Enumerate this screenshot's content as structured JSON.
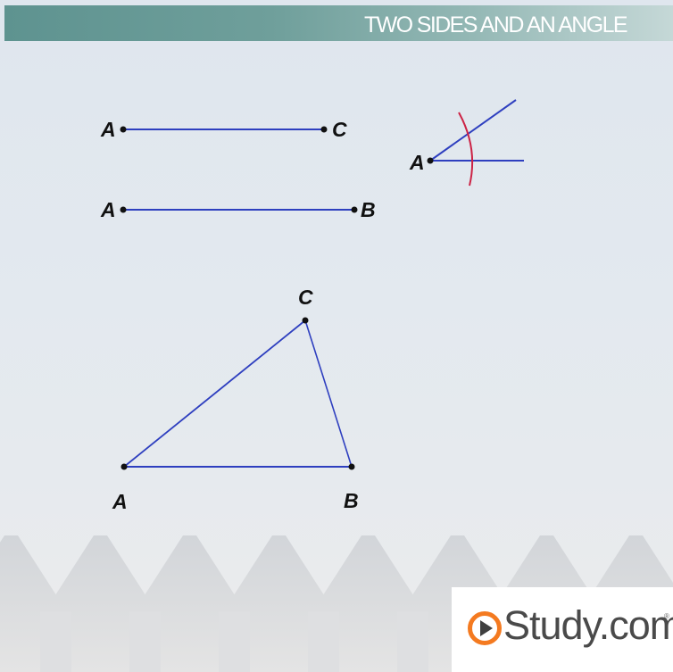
{
  "header": {
    "title": "TWO SIDES AND AN ANGLE"
  },
  "diagram": {
    "segment_ac": {
      "start_label": "A",
      "end_label": "C"
    },
    "segment_ab": {
      "start_label": "A",
      "end_label": "B"
    },
    "angle": {
      "vertex_label": "A"
    },
    "triangle": {
      "vertex_a": "A",
      "vertex_b": "B",
      "vertex_c": "C"
    }
  },
  "logo": {
    "text": "Study.com",
    "registered_mark": "®",
    "icon": "play-circle-icon"
  },
  "colors": {
    "line": "#2e3fbf",
    "arc": "#cc2244",
    "title_bar": "#6f9f9b",
    "logo_accent": "#f47a20"
  }
}
